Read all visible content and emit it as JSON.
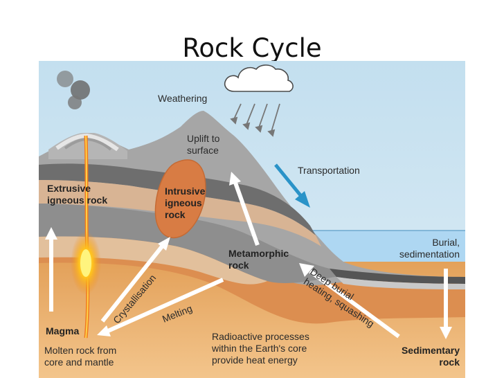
{
  "title": "Rock Cycle",
  "labels": {
    "weathering": "Weathering",
    "uplift_line1": "Uplift to",
    "uplift_line2": "surface",
    "transportation": "Transportation",
    "extrusive_line1": "Extrusive",
    "extrusive_line2": "igneous rock",
    "intrusive_line1": "Intrusive",
    "intrusive_line2": "igneous",
    "intrusive_line3": "rock",
    "metamorphic_line1": "Metamorphic",
    "metamorphic_line2": "rock",
    "burial_line1": "Burial,",
    "burial_line2": "sedimentation",
    "deep_burial_line1": "Deep burial",
    "deep_burial_line2": "heating, squashing",
    "crystallisation": "Crystallisation",
    "melting": "Melting",
    "magma": "Magma",
    "molten_line1": "Molten rock from",
    "molten_line2": "core and mantle",
    "radioactive_line1": "Radioactive processes",
    "radioactive_line2": "within the Earth's core",
    "radioactive_line3": "provide heat energy",
    "sedimentary_line1": "Sedimentary",
    "sedimentary_line2": "rock"
  },
  "colors": {
    "sky": "#c6e0ef",
    "sea": "#aed7f2",
    "mountain_gray": "#9a9a9a",
    "dark_band": "#6e6e6e",
    "tan_band": "#d8b494",
    "orange_band": "#dc8e50",
    "magma_core": "#ffcc22",
    "arrow_white": "#ffffff",
    "arrow_blue": "#2a93c8"
  },
  "icons": [
    "cloud-icon",
    "rain-arrows-icon",
    "volcano-icon"
  ]
}
